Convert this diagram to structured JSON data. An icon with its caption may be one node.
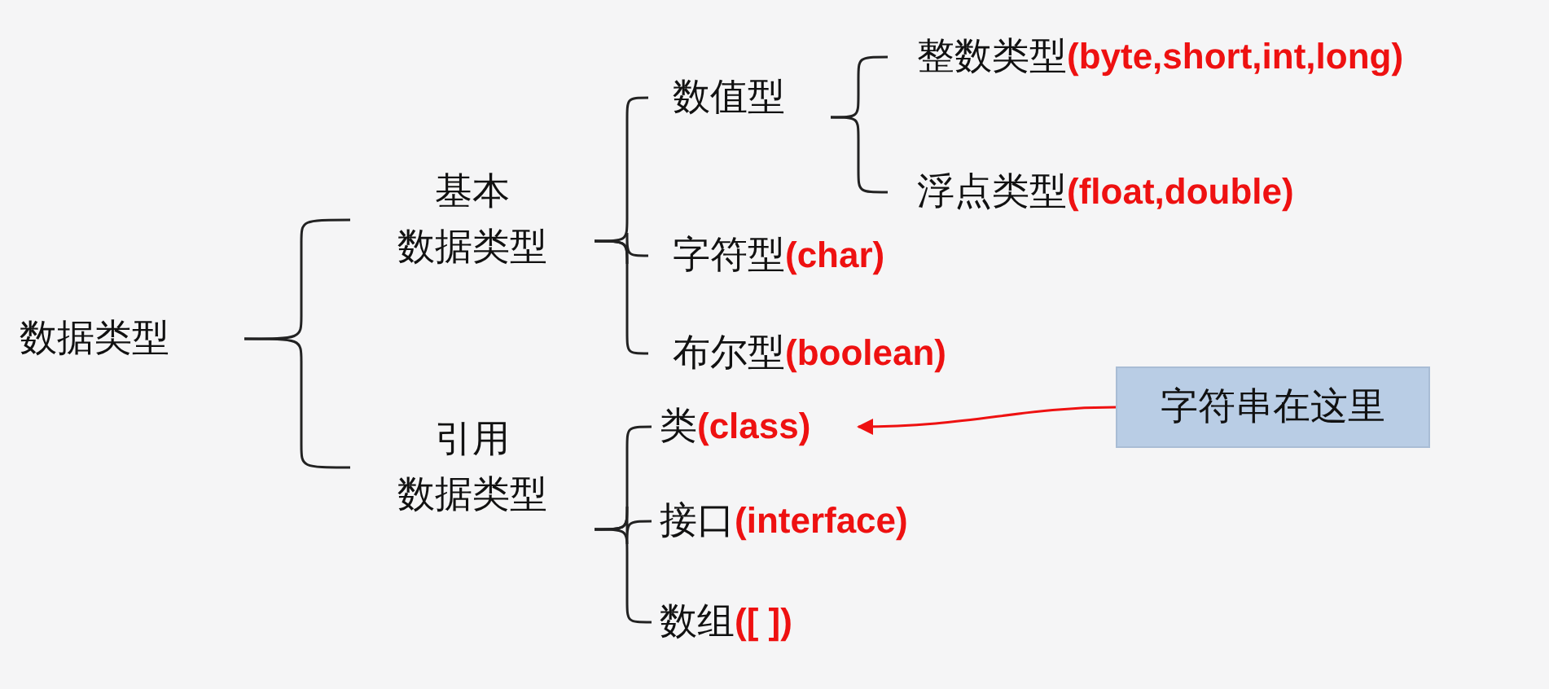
{
  "diagram": {
    "nodes": [
      {
        "text": [
          "数据类型"
        ]
      },
      {
        "text": [
          "基本数据类型"
        ]
      },
      {
        "text": [
          "引用数据类型"
        ]
      },
      {
        "text": [
          "数值型"
        ]
      },
      {
        "text": [
          "字符型**(char)**"
        ]
      },
      {
        "text": [
          "布尔型**(boolean)**"
        ]
      },
      {
        "text": [
          "整数类型**(byte,short,int,long)**"
        ]
      },
      {
        "text": [
          "浮点类型**(float,double)**"
        ]
      },
      {
        "text": [
          "类**(class)**"
        ]
      },
      {
        "text": [
          "接口**(interface)**"
        ]
      },
      {
        "text": [
          "数组**([ ])**"
        ]
      },
      {
        "text": [
          "字符串在这里"
        ]
      }
    ],
    "edges": [
      {
        "from": 0,
        "to": 1,
        "arrow": "none"
      },
      {
        "from": 0,
        "to": 2,
        "arrow": "none"
      },
      {
        "from": 1,
        "to": 3,
        "arrow": "none"
      },
      {
        "from": 1,
        "to": 4,
        "arrow": "none"
      },
      {
        "from": 1,
        "to": 5,
        "arrow": "none"
      },
      {
        "from": 3,
        "to": 6,
        "arrow": "none"
      },
      {
        "from": 3,
        "to": 7,
        "arrow": "none"
      },
      {
        "from": 2,
        "to": 8,
        "arrow": "none"
      },
      {
        "from": 2,
        "to": 9,
        "arrow": "none"
      },
      {
        "from": 2,
        "to": 10,
        "arrow": "none"
      },
      {
        "from": 11,
        "to": 8,
        "arrow": "to",
        "color": "#ee1111"
      }
    ]
  }
}
